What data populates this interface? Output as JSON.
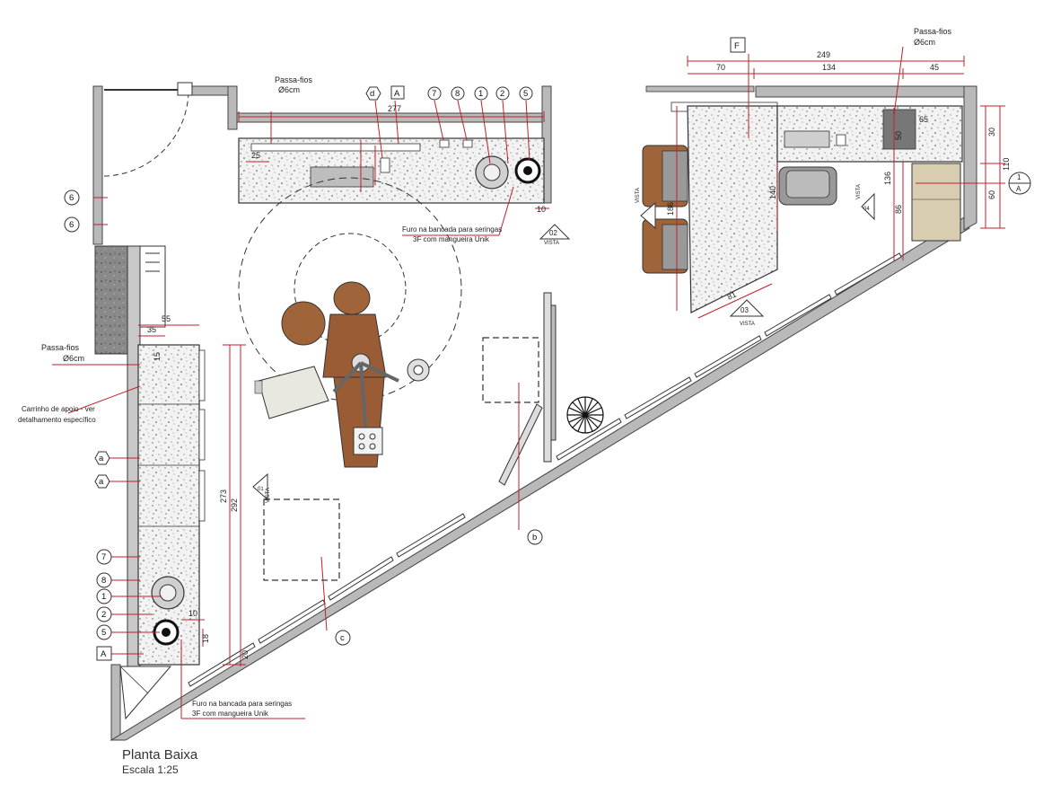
{
  "title": "Planta Baixa",
  "scale": "Escala 1:25",
  "notes": {
    "passa_fios": "Passa-fios",
    "diam": "Ø6cm",
    "furo_line1": "Furo na bancada para seringas",
    "furo_line2": "3F com mangueira Unik",
    "carrinho_line1": "Carrinho de apoio - ver",
    "carrinho_line2": "detalhamento específico"
  },
  "tags": {
    "d": "d",
    "A": "A",
    "F": "F",
    "t7": "7",
    "t8": "8",
    "t1": "1",
    "t2": "2",
    "t5": "5",
    "t6": "6",
    "a": "a",
    "b": "b",
    "c": "c"
  },
  "views": {
    "label": "VISTA",
    "v01": "01",
    "v02": "02",
    "v03": "03",
    "v04": "04",
    "section": "1",
    "section_sheet": "A"
  },
  "dimensions": {
    "d277": "277",
    "d249": "249",
    "d70": "70",
    "d134": "134",
    "d45": "45",
    "d55": "55",
    "d35": "35",
    "d273": "273",
    "d292": "292",
    "d10": "10",
    "d30": "30",
    "d110": "110",
    "d60": "60",
    "d136": "136",
    "d86": "86",
    "d186": "186",
    "d81": "81",
    "d50": "50",
    "d65": "65",
    "d140": "140",
    "d15": "15",
    "d25": "25",
    "d18": "18",
    "d20": "20"
  }
}
